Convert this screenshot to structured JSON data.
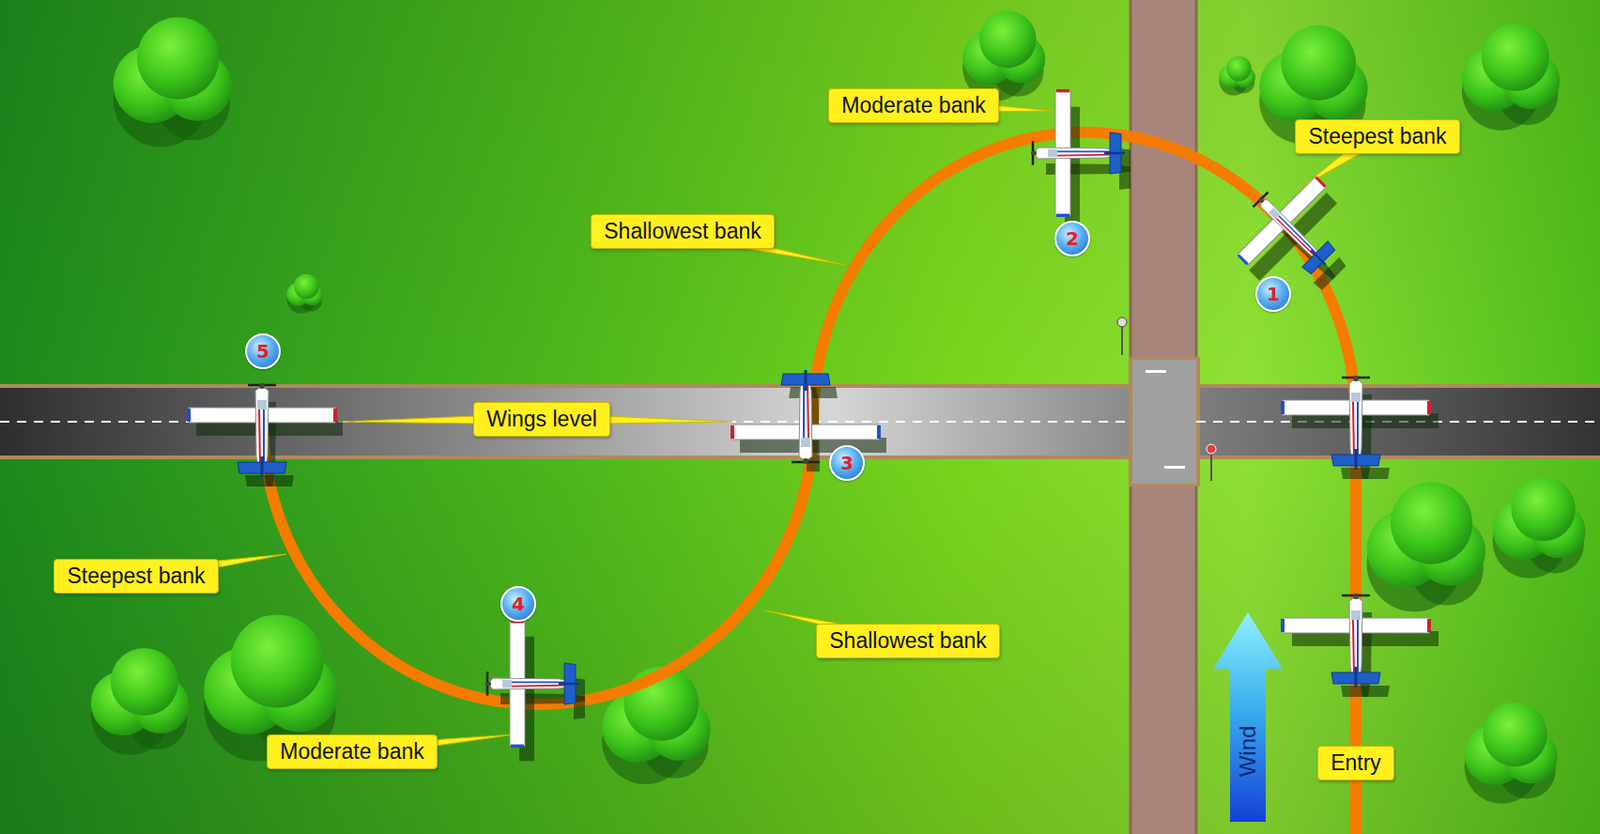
{
  "diagram": {
    "nodes": [
      {
        "text": [
          "Moderate bank"
        ]
      },
      {
        "text": [
          "Steepest bank"
        ]
      },
      {
        "text": [
          "Shallowest bank"
        ]
      },
      {
        "text": [
          "2"
        ]
      },
      {
        "text": [
          "1"
        ]
      },
      {
        "text": [
          "5"
        ]
      },
      {
        "text": [
          "Wings level"
        ]
      },
      {
        "text": [
          "3"
        ]
      },
      {
        "text": [
          "Steepest bank"
        ]
      },
      {
        "text": [
          "4"
        ]
      },
      {
        "text": [
          "Shallowest bank"
        ]
      },
      {
        "text": [
          "Moderate bank"
        ]
      },
      {
        "text": [
          "Entry"
        ]
      }
    ],
    "labels": [
      "Wind"
    ]
  }
}
